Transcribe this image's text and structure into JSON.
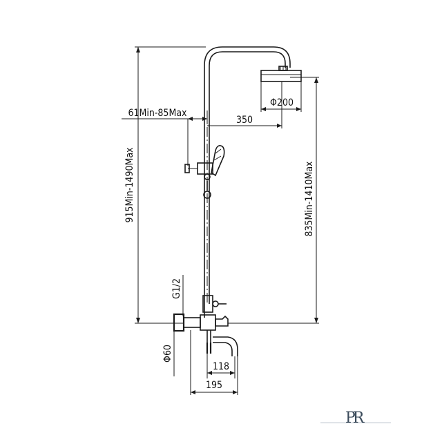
{
  "dimensions": {
    "total_height": "915Min-1490Max",
    "outlet_height": "835Min-1410Max",
    "wall_distance": "61Min-85Max",
    "arm_length": "350",
    "head_diameter": "Φ200",
    "inlet_thread": "G1/2",
    "flange_diameter": "Φ60",
    "spout_projection": "118",
    "mixer_depth": "195"
  },
  "logo": {
    "text": "PR"
  },
  "colors": {
    "line": "#1a1a1a",
    "logo": "#3a4a5a"
  }
}
